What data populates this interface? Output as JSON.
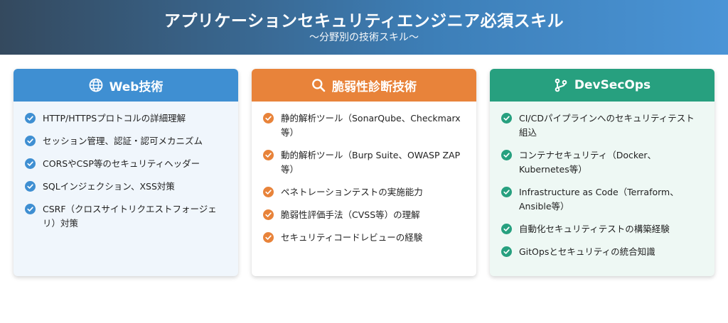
{
  "header": {
    "title": "アプリケーションセキュリティエンジニア必須スキル",
    "subtitle": "〜分野別の技術スキル〜"
  },
  "cards": [
    {
      "title": "Web技術",
      "icon": "globe-icon",
      "color": "#3f8fd2",
      "body_bg": "#f0f6fc",
      "items": [
        "HTTP/HTTPSプロトコルの詳細理解",
        "セッション管理、認証・認可メカニズム",
        "CORSやCSP等のセキュリティヘッダー",
        "SQLインジェクション、XSS対策",
        "CSRF（クロスサイトリクエストフォージェリ）対策"
      ]
    },
    {
      "title": "脆弱性診断技術",
      "icon": "search-icon",
      "color": "#e8833a",
      "body_bg": "#ffffff",
      "items": [
        "静的解析ツール（SonarQube、Checkmarx等）",
        "動的解析ツール（Burp Suite、OWASP ZAP等）",
        "ペネトレーションテストの実施能力",
        "脆弱性評価手法（CVSS等）の理解",
        "セキュリティコードレビューの経験"
      ]
    },
    {
      "title": "DevSecOps",
      "icon": "branch-icon",
      "color": "#27a07f",
      "body_bg": "#eef8f4",
      "items": [
        "CI/CDパイプラインへのセキュリティテスト組込",
        "コンテナセキュリティ（Docker、Kubernetes等）",
        "Infrastructure as Code（Terraform、Ansible等）",
        "自動化セキュリティテストの構築経験",
        "GitOpsとセキュリティの統合知識"
      ]
    }
  ]
}
